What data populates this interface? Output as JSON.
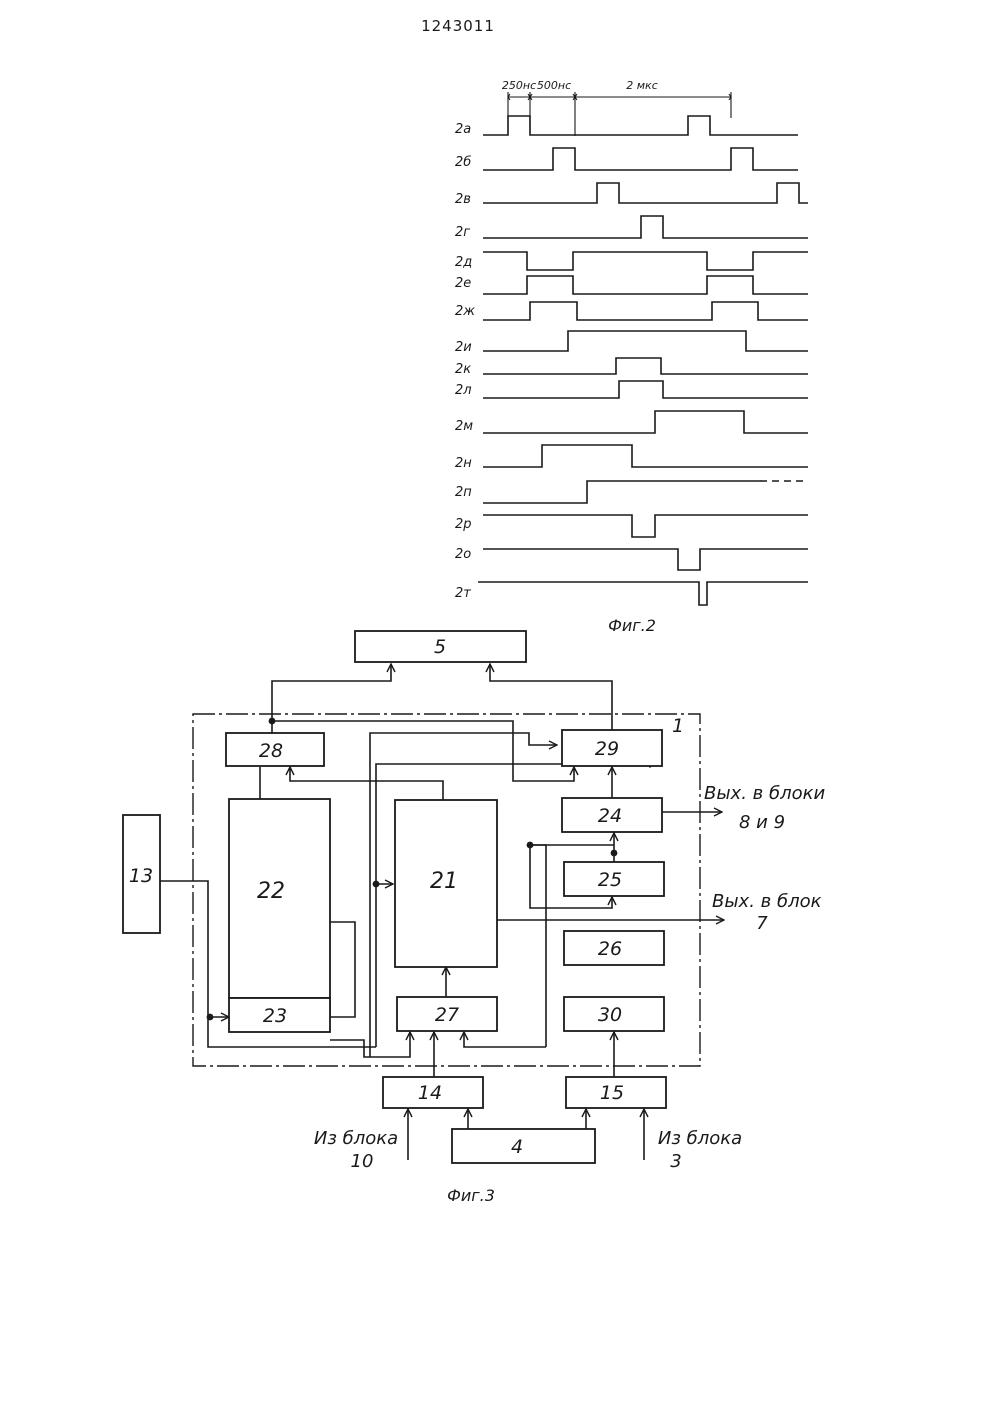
{
  "document": {
    "patent_number": "1243011"
  },
  "figure2": {
    "caption": "Фиг.2",
    "dimensions": [
      "250нс",
      "500нс",
      "2 мкс"
    ],
    "signals": [
      "2а",
      "2б",
      "2в",
      "2г",
      "2д",
      "2е",
      "2ж",
      "2и",
      "2к",
      "2л",
      "2м",
      "2н",
      "2п",
      "2р",
      "2о",
      "2т"
    ]
  },
  "figure3": {
    "caption": "Фиг.3",
    "outer_block_label": "1",
    "blocks": {
      "b5": "5",
      "b13": "13",
      "b28": "28",
      "b22": "22",
      "b23": "23",
      "b21": "21",
      "b27": "27",
      "b29": "29",
      "b24": "24",
      "b25": "25",
      "b26": "26",
      "b30": "30",
      "b14": "14",
      "b15": "15",
      "b4": "4"
    },
    "outputs": {
      "to_8_9_line1": "Вых. в блоки",
      "to_8_9_line2": "8 и 9",
      "to_7_line1": "Вых. в блок",
      "to_7_line2": "7"
    },
    "inputs": {
      "from_10_line1": "Из блока",
      "from_10_line2": "10",
      "from_3_line1": "Из блока",
      "from_3_line2": "3"
    }
  }
}
